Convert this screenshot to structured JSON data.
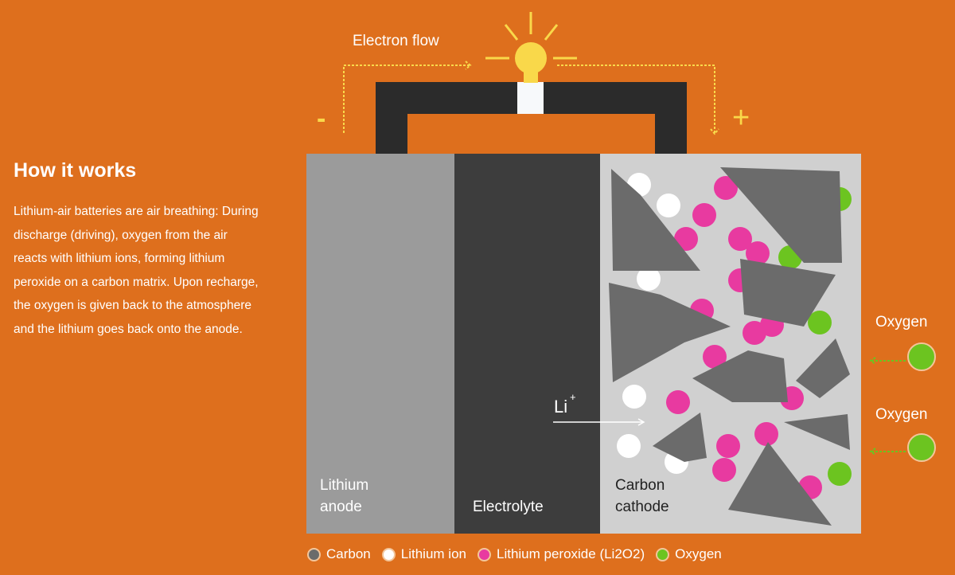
{
  "sidebar": {
    "title": "How it works",
    "body": "Lithium-air batteries are air breathing: During discharge (driving), oxygen from the air reacts with lithium ions, forming lithium peroxide on a carbon matrix. Upon recharge, the oxygen is given back to the atmosphere and the lithium goes back onto the anode."
  },
  "diagram": {
    "electron_flow": "Electron flow",
    "minus": "-",
    "plus": "+",
    "anode": [
      "Lithium",
      "anode"
    ],
    "electrolyte": "Electrolyte",
    "cathode": [
      "Carbon",
      "cathode"
    ],
    "li_ion": "Li",
    "li_charge": "+",
    "oxygen_1": "Oxygen",
    "oxygen_2": "Oxygen"
  },
  "legend": [
    {
      "label": "Carbon",
      "color": "#6b6b6b"
    },
    {
      "label": "Lithium ion",
      "color": "#ffffff"
    },
    {
      "label": "Lithium peroxide (Li2O2)",
      "color": "#e83aa0"
    },
    {
      "label": "Oxygen",
      "color": "#6cc420"
    }
  ],
  "colors": {
    "background": "#de6f1d",
    "anode": "#9b9b9b",
    "electrolyte": "#3d3d3d",
    "cathode": "#d0d0d0",
    "wire": "#2b2b2b",
    "bulb": "#f9d84a"
  }
}
